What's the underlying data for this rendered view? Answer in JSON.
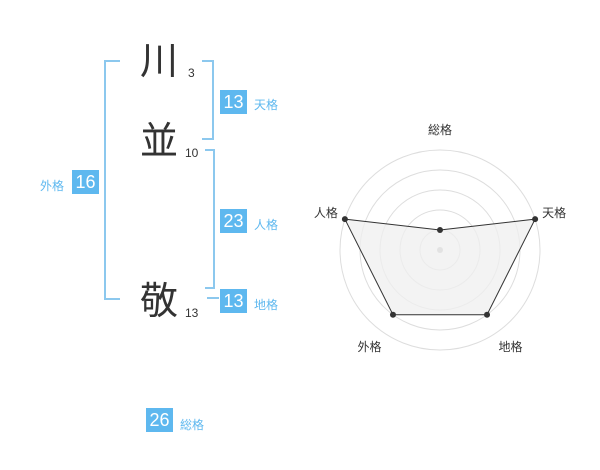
{
  "name": {
    "chars": [
      {
        "char": "川",
        "strokes": "3"
      },
      {
        "char": "並",
        "strokes": "10"
      },
      {
        "char": "敬",
        "strokes": "13"
      }
    ]
  },
  "kakusu": {
    "tenkaku": {
      "value": "13",
      "label": "天格"
    },
    "jinkaku": {
      "value": "23",
      "label": "人格"
    },
    "chikaku": {
      "value": "13",
      "label": "地格"
    },
    "gaikaku": {
      "value": "16",
      "label": "外格"
    },
    "soukaku": {
      "value": "26",
      "label": "総格"
    }
  },
  "chart_data": {
    "type": "radar",
    "axes": [
      "総格",
      "天格",
      "地格",
      "外格",
      "人格"
    ],
    "values": [
      1,
      5,
      4,
      4,
      5
    ],
    "rmax": 5,
    "rings": 5,
    "colors": {
      "fill": "#efefef",
      "stroke": "#333333",
      "grid": "#dddddd",
      "accent": "#5eb8ef"
    }
  }
}
